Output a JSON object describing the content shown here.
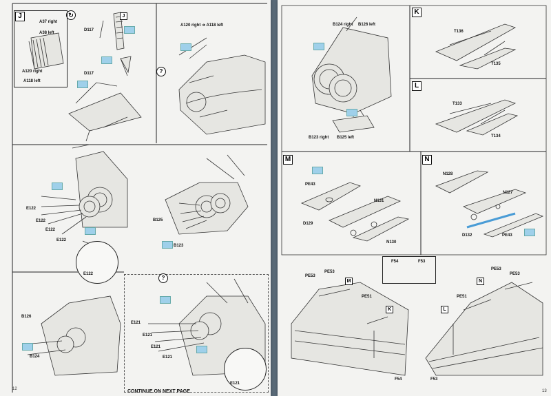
{
  "left_page": {
    "page_number": "12",
    "footer": "CONTINUE ON NEXT PAGE",
    "steps": {
      "j": {
        "tag": "J",
        "tag_small": "J",
        "labels": [
          "A37 right",
          "A38 left",
          "A120 right",
          "A118 left",
          "D117",
          "D117"
        ],
        "header_label": "A120 right ➔ A118 left"
      },
      "mid": {
        "labels": [
          "E122",
          "E122",
          "E122",
          "E122",
          "B125",
          "B123",
          "E122"
        ]
      },
      "bottom": {
        "labels": [
          "B126",
          "B124",
          "E121",
          "E121",
          "E121",
          "E121",
          "E121"
        ]
      }
    }
  },
  "right_page": {
    "page_number": "13",
    "steps": {
      "top": {
        "labels": [
          "B124 right",
          "B126 left",
          "B123 right",
          "B125 left"
        ]
      },
      "k": {
        "tag": "K",
        "labels": [
          "T136",
          "T135"
        ]
      },
      "l": {
        "tag": "L",
        "labels": [
          "T133",
          "T134"
        ]
      },
      "m": {
        "tag": "M",
        "labels": [
          "PE43",
          "N131",
          "D129",
          "N130"
        ]
      },
      "n": {
        "tag": "N",
        "labels": [
          "N128",
          "N127",
          "D132",
          "PE43"
        ]
      },
      "wing": {
        "legend": [
          "F54",
          "F53"
        ],
        "labels_left": [
          "PE53",
          "PE53",
          "PE51",
          "F54"
        ],
        "labels_right": [
          "PE53",
          "PE53",
          "PE51",
          "F53"
        ],
        "tags": [
          "M",
          "K",
          "N",
          "L"
        ]
      }
    }
  }
}
